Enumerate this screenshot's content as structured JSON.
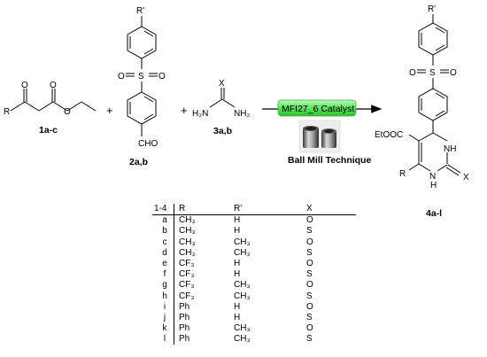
{
  "compounds": {
    "ketoester": {
      "label": "1a-c",
      "r": "R",
      "o": "O"
    },
    "sulfone": {
      "label": "2a,b",
      "r_prime": "R'",
      "s": "S",
      "o": "O",
      "cho": "CHO"
    },
    "urea": {
      "label": "3a,b",
      "x": "X",
      "h2n": "H₂N",
      "nh2": "NH₂"
    },
    "product": {
      "label": "4a-l",
      "r_prime": "R'",
      "s": "S",
      "o": "O",
      "eto": "EtOOC",
      "r": "R",
      "x": "X",
      "nh_top": "NH",
      "nh_bottom": "H",
      "n_bottom": "N"
    }
  },
  "plus_sign": "+",
  "catalyst": {
    "label": "MFI27_6 Catalyst",
    "box_color": "#5ee05e"
  },
  "technique": {
    "label": "Ball Mill Technique"
  },
  "table": {
    "headers": [
      "1-4",
      "R",
      "R'",
      "X"
    ],
    "rows": [
      [
        "a",
        "CH₃",
        "H",
        "O"
      ],
      [
        "b",
        "CH₃",
        "H",
        "S"
      ],
      [
        "c",
        "CH₃",
        "CH₃",
        "O"
      ],
      [
        "d",
        "CH₃",
        "CH₃",
        "S"
      ],
      [
        "e",
        "CF₃",
        "H",
        "O"
      ],
      [
        "f",
        "CF₃",
        "H",
        "S"
      ],
      [
        "g",
        "CF₃",
        "CH₃",
        "O"
      ],
      [
        "h",
        "CF₃",
        "CH₃",
        "S"
      ],
      [
        "i",
        "Ph",
        "H",
        "O"
      ],
      [
        "j",
        "Ph",
        "H",
        "S"
      ],
      [
        "k",
        "Ph",
        "CH₃",
        "O"
      ],
      [
        "l",
        "Ph",
        "CH₃",
        "S"
      ]
    ]
  }
}
